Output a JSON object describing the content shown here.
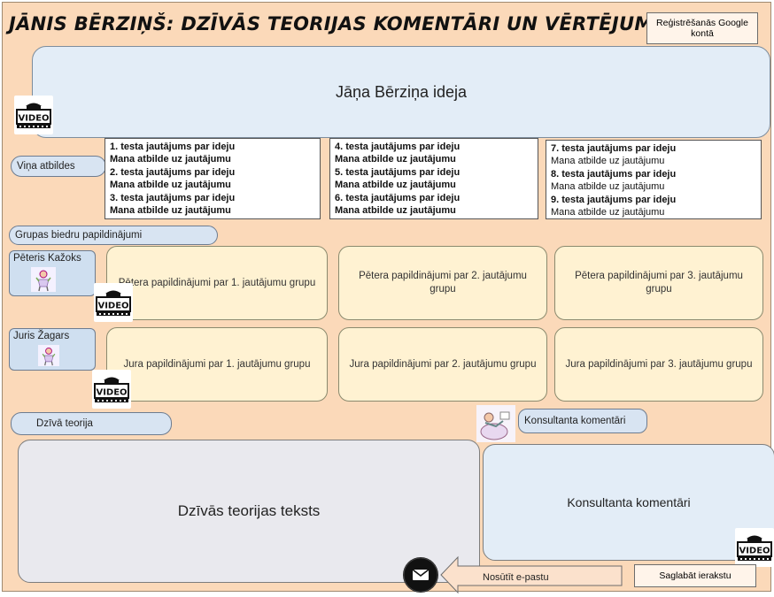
{
  "header": {
    "title": "JĀNIS BĒRZIŅŠ: DZĪVĀS TEORIJAS KOMENTĀRI UN VĒRTĒJUMS",
    "google_button": "Reģistrēšanās Google kontā"
  },
  "idea": {
    "text": "Jāņa Bērziņa ideja"
  },
  "answers": {
    "label": "Viņa atbildes",
    "columns": [
      {
        "items": [
          {
            "q": "1. testa jautājums par ideju",
            "a": "Mana atbilde uz  jautājumu"
          },
          {
            "q": "2. testa jautājums par ideju",
            "a": "Mana atbilde uz jautājumu"
          },
          {
            "q": "3. testa jautājums par ideju",
            "a": "Mana atbilde uz jautājumu"
          }
        ]
      },
      {
        "items": [
          {
            "q": "4. testa jautājums par ideju",
            "a": "Mana atbilde uz jautājumu"
          },
          {
            "q": "5. testa jautājums par ideju",
            "a": "Mana atbilde uz jautājumu"
          },
          {
            "q": "6. testa jautājums par ideju",
            "a": "Mana atbilde uz jautājumu"
          }
        ]
      },
      {
        "items": [
          {
            "q": "7. testa jautājums par ideju",
            "a": "Mana atbilde uz jautājumu"
          },
          {
            "q": "8. testa jautājums par ideju",
            "a": "Mana atbilde uz jautājumu"
          },
          {
            "q": "9. testa jautājums par ideju",
            "a": "Mana atbilde uz jautājumu"
          }
        ]
      }
    ]
  },
  "group": {
    "label": "Grupas biedru papildinājumi",
    "members": [
      {
        "name": "Pēteris Kažoks",
        "supplements": [
          "Pētera papildinājumi par 1. jautājumu grupu",
          "Pētera papildinājumi par 2. jautājumu grupu",
          "Pētera papildinājumi par 3. jautājumu grupu"
        ]
      },
      {
        "name": "Juris Žagars",
        "supplements": [
          "Jura papildinājumi par 1. jautājumu grupu",
          "Jura papildinājumi par 2. jautājumu grupu",
          "Jura papildinājumi par 3. jautājumu grupu"
        ]
      }
    ]
  },
  "theory": {
    "label": "Dzīvā teorija",
    "text": "Dzīvās teorijas teksts"
  },
  "consultant": {
    "label": "Konsultanta komentāri",
    "text": "Konsultanta komentāri"
  },
  "footer": {
    "send_email": "Nosūtīt e-pastu",
    "save": "Saglabāt ierakstu"
  },
  "video_label": "VIDEO",
  "colors": {
    "background": "#fbd9b9",
    "pill": "#d8e4f2",
    "supplement": "#fff2d2"
  }
}
